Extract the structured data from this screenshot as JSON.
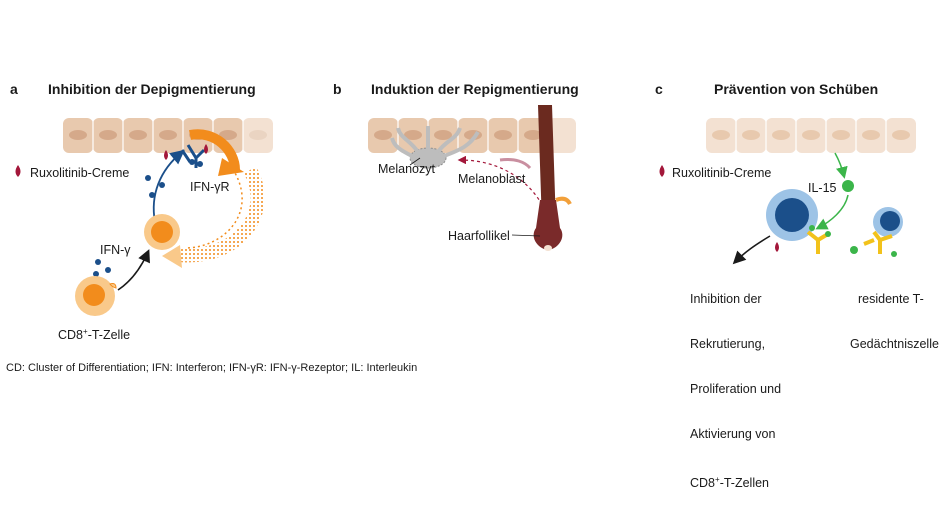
{
  "panels": [
    {
      "letter": "a",
      "title": "Inhibition der Depigmentierung"
    },
    {
      "letter": "b",
      "title": "Induktion der Repigmentierung"
    },
    {
      "letter": "c",
      "title": "Prävention von Schüben"
    }
  ],
  "labels": {
    "a_cream": "Ruxolitinib-Creme",
    "a_receptor": "IFN-γR",
    "a_ifn": "IFN-γ",
    "a_cd8_prefix": "CD8",
    "a_cd8_sup": "+",
    "a_cd8_suffix": "-T-Zelle",
    "b_melanocyte": "Melanozyt",
    "b_melanoblast": "Melanoblast",
    "b_follicle": "Haarfollikel",
    "c_cream": "Ruxolitinib-Creme",
    "c_il15": "IL-15",
    "c_inhibition_l1": "Inhibition der",
    "c_inhibition_l2": "Rekrutierung,",
    "c_inhibition_l3": "Proliferation und",
    "c_inhibition_l4": "Aktivierung von",
    "c_inhibition_l5_prefix": "CD8",
    "c_inhibition_l5_sup": "+",
    "c_inhibition_l5_suffix": "-T-Zellen",
    "c_resident_l1": "residente T-",
    "c_resident_l2": "Gedächtniszelle"
  },
  "footnote": "CD: Cluster of Differentiation; IFN: Interferon; IFN-γR: IFN-γ-Rezeptor; IL: Interleukin",
  "colors": {
    "skin_cell": "#e8c9ae",
    "skin_cell_light": "#f3e1d2",
    "nucleus": "#d5a98a",
    "orange": "#f28c1c",
    "orange_light": "#f9c98a",
    "blue_dark": "#1b4f8a",
    "blue_light": "#9dc3e6",
    "green": "#3bb54a",
    "yellow": "#f2c21b",
    "blood": "#a3173a",
    "hair": "#6b2a1f"
  }
}
